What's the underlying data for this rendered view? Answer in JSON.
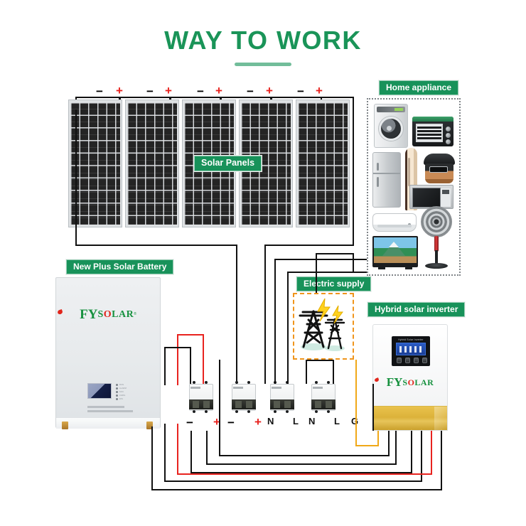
{
  "page": {
    "title": "WAY TO WORK",
    "accent_green": "#18925a",
    "accent_red": "#e8231f",
    "accent_yellow": "#f0a818",
    "accent_orange": "#f0951c",
    "wire_black": "#111111",
    "background": "#ffffff"
  },
  "labels": {
    "solar_panels": "Solar Panels",
    "battery": "New Plus Solar Battery",
    "home_appliance": "Home appliance",
    "electric_supply": "Electric supply",
    "inverter": "Hybrid solar inverter"
  },
  "brand": {
    "mark": "FY",
    "word": "SOLAR",
    "registered": "®"
  },
  "solar_array": {
    "panel_count": 5,
    "terminal_pairs": [
      {
        "negative": "−",
        "positive": "+"
      },
      {
        "negative": "−",
        "positive": "+"
      },
      {
        "negative": "−",
        "positive": "+"
      },
      {
        "negative": "−",
        "positive": "+"
      },
      {
        "negative": "−",
        "positive": "+"
      }
    ]
  },
  "breakers": [
    {
      "id": "breaker-dc-1",
      "poles": 2,
      "terminals": [
        "−",
        "+"
      ]
    },
    {
      "id": "breaker-dc-2",
      "poles": 2,
      "terminals": [
        "−",
        "+"
      ]
    },
    {
      "id": "breaker-ac-out",
      "poles": 2,
      "terminals": [
        "N",
        "L"
      ]
    },
    {
      "id": "breaker-ac-grid",
      "poles": 2,
      "terminals": [
        "N",
        "L",
        "G"
      ]
    }
  ],
  "terminal_labels": {
    "dc1_minus": "−",
    "dc1_plus": "+",
    "dc2_minus": "−",
    "dc2_plus": "+",
    "ac1_n": "N",
    "ac1_l": "L",
    "ac2_n": "N",
    "ac2_l": "L",
    "ac2_g": "G"
  },
  "appliances": [
    "washing-machine",
    "toaster-oven",
    "refrigerator",
    "tower-air-conditioner",
    "rice-cooker",
    "microwave-oven",
    "split-air-conditioner",
    "pedestal-fan",
    "television"
  ],
  "electric_supply": {
    "pylons": 2,
    "lightning_bolts": 2,
    "bolt_glyph": "⚡"
  }
}
